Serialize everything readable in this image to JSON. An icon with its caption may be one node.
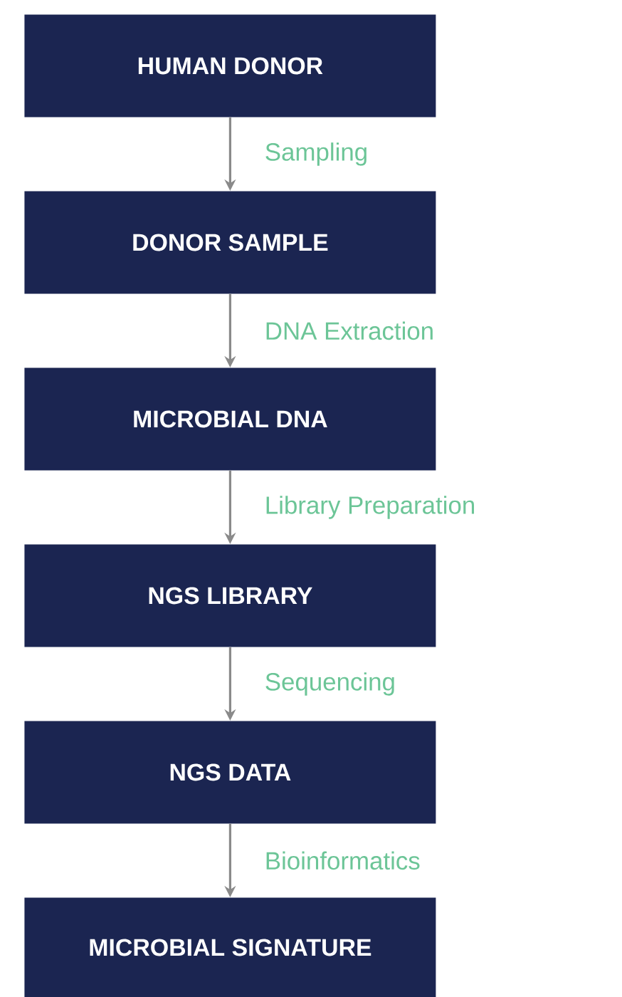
{
  "diagram": {
    "nodes": [
      {
        "text": [
          "HUMAN DONOR"
        ]
      },
      {
        "text": [
          "DONOR SAMPLE"
        ]
      },
      {
        "text": [
          "MICROBIAL DNA"
        ]
      },
      {
        "text": [
          "NGS LIBRARY"
        ]
      },
      {
        "text": [
          "NGS DATA"
        ]
      },
      {
        "text": [
          "MICROBIAL SIGNATURE"
        ]
      }
    ],
    "edges": [
      {
        "from": 0,
        "to": 1,
        "arrow": "to",
        "label": "Sampling"
      },
      {
        "from": 1,
        "to": 2,
        "arrow": "to",
        "label": "DNA Extraction"
      },
      {
        "from": 2,
        "to": 3,
        "arrow": "to",
        "label": "Library Preparation"
      },
      {
        "from": 3,
        "to": 4,
        "arrow": "to",
        "label": "Sequencing"
      },
      {
        "from": 4,
        "to": 5,
        "arrow": "to",
        "label": "Bioinformatics"
      }
    ]
  }
}
